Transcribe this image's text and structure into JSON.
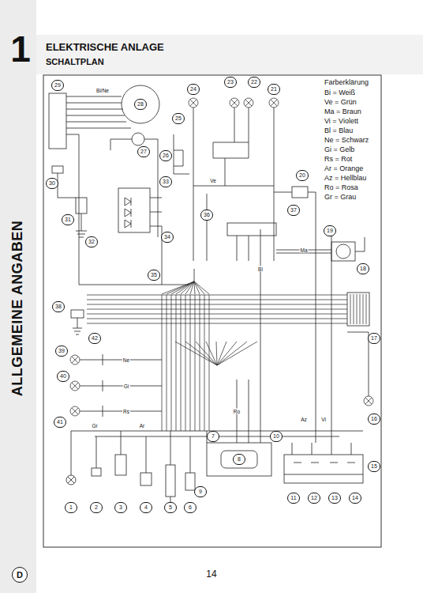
{
  "diagram": {
    "title": "ELEKTRISCHE ANLAGE",
    "nodes": [
      {
        "text": [
          "D"
        ]
      }
    ],
    "labels": [
      "1",
      "SCHALTPLAN",
      "ALLGEMEINE ANGABEN",
      "14",
      "Farberklärung",
      "1",
      "2",
      "3",
      "4",
      "5",
      "6",
      "7",
      "8",
      "9",
      "10",
      "11",
      "12",
      "13",
      "14",
      "15",
      "16",
      "17",
      "18",
      "19",
      "20",
      "21",
      "22",
      "23",
      "24",
      "25",
      "26",
      "27",
      "28",
      "29",
      "30",
      "31",
      "32",
      "33",
      "34",
      "35",
      "36",
      "37",
      "38",
      "39",
      "40",
      "41",
      "42",
      "Bi/Ne",
      "Ve",
      "Ma",
      "Ne",
      "Gi",
      "Rs",
      "Bl",
      "Az",
      "Vi",
      "Ro",
      "Gr",
      "Ar"
    ],
    "legend": [
      {
        "text": "Bi = Weiß"
      },
      {
        "text": "Ve = Grün"
      },
      {
        "text": "Ma = Braun"
      },
      {
        "text": "Vi = Violett"
      },
      {
        "text": "Bl = Blau"
      },
      {
        "text": "Ne = Schwarz"
      },
      {
        "text": "Gi = Gelb"
      },
      {
        "text": "Rs = Rot"
      },
      {
        "text": "Ar = Orange"
      },
      {
        "text": "Az = Hellblau"
      },
      {
        "text": "Ro = Rosa"
      },
      {
        "text": "Gr = Grau"
      }
    ]
  }
}
